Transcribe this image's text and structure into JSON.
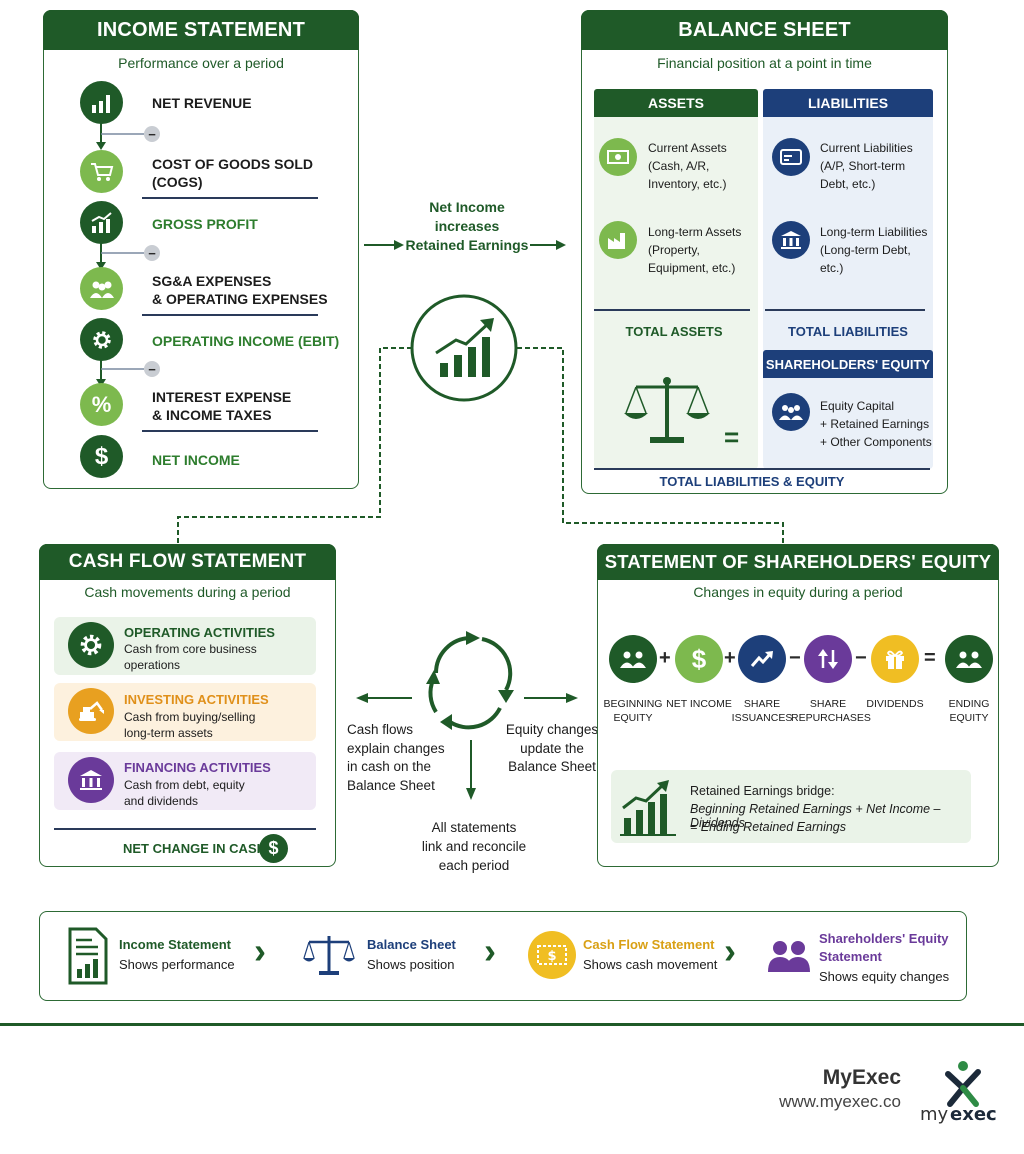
{
  "income_statement": {
    "title": "INCOME STATEMENT",
    "subtitle": "Performance over a period",
    "items": [
      "NET REVENUE",
      "COST OF GOODS SOLD\n(COGS)",
      "GROSS PROFIT",
      "SG&A EXPENSES\n& OPERATING EXPENSES",
      "OPERATING INCOME (EBIT)",
      "INTEREST EXPENSE\n& INCOME TAXES",
      "NET INCOME"
    ],
    "minus_sign": "−"
  },
  "balance_sheet": {
    "title": "BALANCE SHEET",
    "subtitle": "Financial position at a point in time",
    "assets_title": "ASSETS",
    "liabilities_title": "LIABILITIES",
    "current_assets": "Current Assets\n(Cash, A/R,\nInventory, etc.)",
    "longterm_assets": "Long-term Assets\n(Property,\nEquipment, etc.)",
    "current_liabilities": "Current Liabilities\n(A/P, Short-term\nDebt, etc.)",
    "longterm_liabilities": "Long-term Liabilities\n(Long-term Debt,\netc.)",
    "total_assets": "TOTAL ASSETS",
    "total_liabilities": "TOTAL LIABILITIES",
    "equity_title": "SHAREHOLDERS' EQUITY",
    "equity_items": "Equity Capital\n+ Retained Earnings\n+ Other Components",
    "equals": "=",
    "total_le": "TOTAL LIABILITIES & EQUITY"
  },
  "net_income_link": "Net Income\nincreases\nRetained Earnings",
  "cash_flow": {
    "title": "CASH FLOW STATEMENT",
    "subtitle": "Cash movements during a period",
    "operating_title": "OPERATING ACTIVITIES",
    "operating_text": "Cash from core business\noperations",
    "investing_title": "INVESTING ACTIVITIES",
    "investing_text": "Cash from buying/selling\nlong-term assets",
    "financing_title": "FINANCING ACTIVITIES",
    "financing_text": "Cash from debt, equity\nand dividends",
    "net_change": "NET CHANGE IN CASH",
    "dollar": "$"
  },
  "center": {
    "left_text": "Cash flows\nexplain changes\nin cash on the\nBalance Sheet",
    "right_text": "Equity changes\nupdate the\nBalance Sheet",
    "bottom_text": "All statements\nlink and reconcile\neach period"
  },
  "equity_statement": {
    "title": "STATEMENT OF SHAREHOLDERS' EQUITY",
    "subtitle": "Changes in equity during a period",
    "labels": [
      "BEGINNING\nEQUITY",
      "NET INCOME",
      "SHARE\nISSUANCES",
      "SHARE\nREPURCHASES",
      "DIVIDENDS",
      "ENDING\nEQUITY"
    ],
    "ops": [
      "+",
      "+",
      "−",
      "−",
      "="
    ],
    "bridge_title": "Retained Earnings bridge:",
    "bridge_line1": "Beginning Retained Earnings + Net Income – Dividends",
    "bridge_line2": "= Ending Retained Earnings"
  },
  "footer": [
    {
      "title": "Income Statement",
      "sub": "Shows performance",
      "color": "#1f5a28"
    },
    {
      "title": "Balance Sheet",
      "sub": "Shows position",
      "color": "#1d3f7a"
    },
    {
      "title": "Cash Flow Statement",
      "sub": "Shows cash movement",
      "color": "#d9a014"
    },
    {
      "title": "Shareholders' Equity\nStatement",
      "sub": "Shows equity changes",
      "color": "#6a3a9a"
    }
  ],
  "brand": {
    "name": "MyExec",
    "url": "www.myexec.co"
  },
  "colors": {
    "green_dark": "#1f5a28",
    "green_light": "#7db94e",
    "navy": "#1d3f7a",
    "orange": "#e8a020",
    "purple": "#6a3a9a"
  }
}
